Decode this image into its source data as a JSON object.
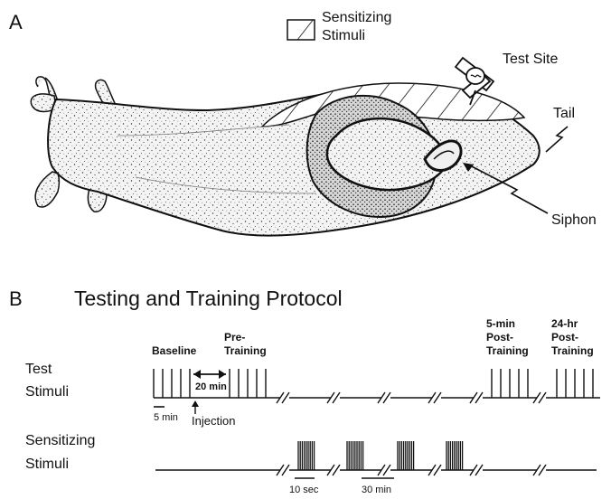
{
  "panel_a": {
    "label": "A",
    "legend_label_1": "Sensitizing",
    "legend_label_2": "Stimuli",
    "test_site": "Test Site",
    "tail": "Tail",
    "siphon": "Siphon"
  },
  "panel_b": {
    "label": "B",
    "title": "Testing and Training Protocol",
    "baseline": "Baseline",
    "pre_training_1": "Pre-",
    "pre_training_2": "Training",
    "post5_1": "5-min",
    "post5_2": "Post-",
    "post5_3": "Training",
    "post24_1": "24-hr",
    "post24_2": "Post-",
    "post24_3": "Training",
    "test_row_1": "Test",
    "test_row_2": "Stimuli",
    "sens_row_1": "Sensitizing",
    "sens_row_2": "Stimuli",
    "scale_5min": "5 min",
    "scale_20min": "20 min",
    "injection": "Injection",
    "scale_10sec": "10 sec",
    "scale_30min": "30 min"
  },
  "colors": {
    "ink": "#111111",
    "body_fill": "#f6f6f6",
    "stipple": "#3a3a3a"
  }
}
